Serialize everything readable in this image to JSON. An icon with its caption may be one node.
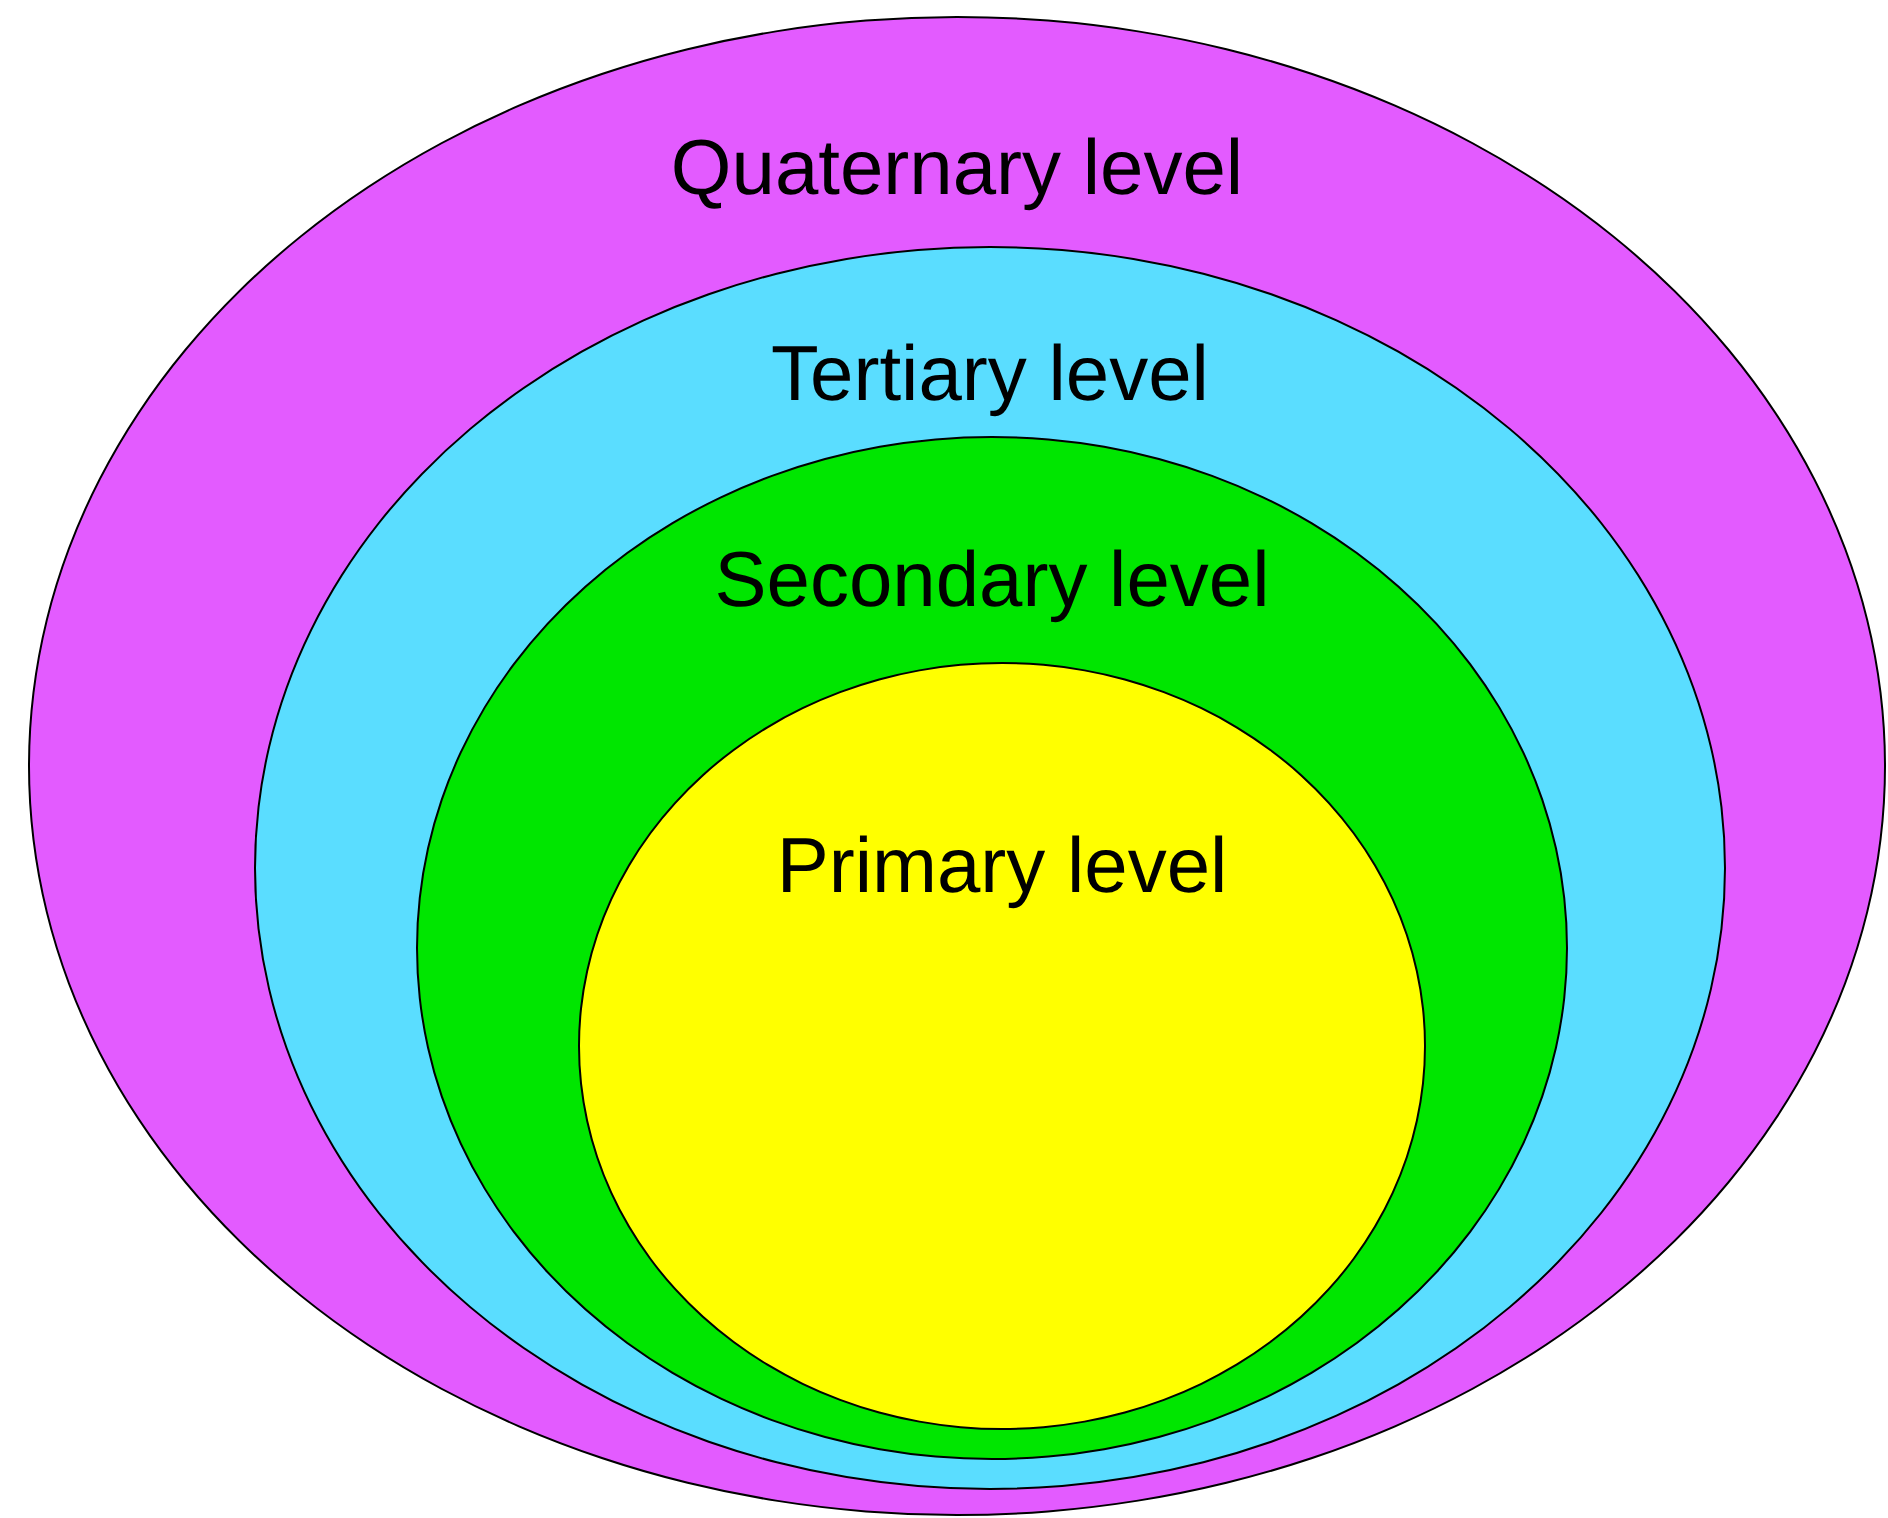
{
  "diagram": {
    "nodes": [
      {
        "text": [
          "Quaternary level"
        ]
      },
      {
        "text": [
          "Tertiary level"
        ],
        "in": 0
      },
      {
        "text": [
          "Secondary level"
        ],
        "in": 1
      },
      {
        "text": [
          "Primary level"
        ],
        "in": 2
      }
    ]
  }
}
